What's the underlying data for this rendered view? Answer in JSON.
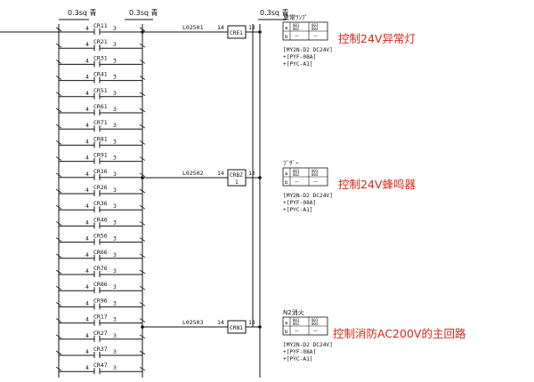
{
  "wire_labels": {
    "left_top": "0.3sq 青",
    "mid_top": "0.3sq 青",
    "right_top": "0.3sq 青"
  },
  "contacts": {
    "left_terminal": "4",
    "right_terminal": "3",
    "labels": [
      "CR11",
      "CR21",
      "CR31",
      "CR41",
      "CR51",
      "CR61",
      "CR71",
      "CR81",
      "CR91",
      "CR16",
      "CR26",
      "CR36",
      "CR46",
      "CR56",
      "CR66",
      "CR76",
      "CR86",
      "CR96",
      "CR17",
      "CR27",
      "CR37",
      "CR47"
    ]
  },
  "relays": [
    {
      "wire": "L02501",
      "coil": "CRE1",
      "coil_sub": "",
      "pin_in": "14",
      "pin_out": "13",
      "device_name": "異常ﾗﾝﾌﾟ",
      "table": {
        "row_a": "a",
        "row_b": "b",
        "c1_top": "001",
        "c1_bot": "002",
        "c2_top": "003",
        "c2_bot": "004"
      },
      "spec": [
        "[MY2N-D2 DC24V]",
        "+[PYF-08A]",
        "+[PYC-A1]"
      ],
      "annotation": "控制24V异常灯"
    },
    {
      "wire": "L02502",
      "coil": "CRBZ",
      "coil_sub": "1",
      "pin_in": "14",
      "pin_out": "13",
      "device_name": "ﾌﾞｻﾞｰ",
      "table": {
        "row_a": "a",
        "row_b": "b",
        "c1_top": "001",
        "c1_bot": "002",
        "c2_top": "003",
        "c2_bot": "004"
      },
      "spec": [
        "[MY2N-D2 DC24V]",
        "+[PYF-08A]",
        "+[PYC-A1]"
      ],
      "annotation": "控制24V蜂鸣器"
    },
    {
      "wire": "L02503",
      "coil": "CRN1",
      "coil_sub": "",
      "pin_in": "14",
      "pin_out": "13",
      "device_name": "N2消火",
      "table": {
        "row_a": "a",
        "row_b": "b",
        "c1_top": "001",
        "c1_bot": "002",
        "c2_top": "003",
        "c2_bot": "004"
      },
      "spec": [
        "[MY2N-D2 DC24V]",
        "+[PYF-08A]",
        "+[PYC-A1]"
      ],
      "annotation": "控制消防AC200V的主回路"
    }
  ]
}
